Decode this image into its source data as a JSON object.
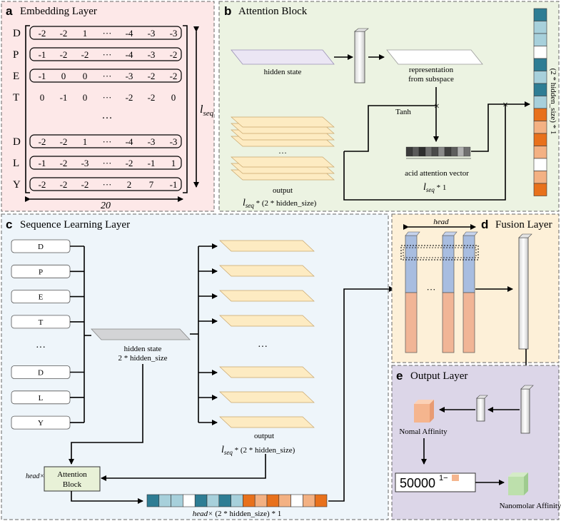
{
  "panels": {
    "a": {
      "letter": "a",
      "title": "Embedding Layer",
      "bg": "#fde8e8"
    },
    "b": {
      "letter": "b",
      "title": "Attention Block",
      "bg": "#ecf3e2"
    },
    "c": {
      "letter": "c",
      "title": "Sequence Learning Layer",
      "bg": "#eef5fa"
    },
    "d": {
      "letter": "d",
      "title": "Fusion Layer",
      "bg": "#fdf0d8"
    },
    "e": {
      "letter": "e",
      "title": "Output Layer",
      "bg": "#dcd6e8"
    }
  },
  "embedding": {
    "rows": [
      {
        "letter": "D",
        "values": [
          "-2",
          "-2",
          "1",
          "···",
          "-4",
          "-3",
          "-3"
        ]
      },
      {
        "letter": "P",
        "values": [
          "-1",
          "-2",
          "-2",
          "···",
          "-4",
          "-3",
          "-2"
        ]
      },
      {
        "letter": "E",
        "values": [
          "-1",
          "0",
          "0",
          "···",
          "-3",
          "-2",
          "-2"
        ]
      },
      {
        "letter": "T",
        "values": [
          "0",
          "-1",
          "0",
          "···",
          "-2",
          "-2",
          "0"
        ]
      },
      {
        "letter": "D",
        "values": [
          "-2",
          "-2",
          "1",
          "···",
          "-4",
          "-3",
          "-3"
        ]
      },
      {
        "letter": "L",
        "values": [
          "-1",
          "-2",
          "-3",
          "···",
          "-2",
          "-1",
          "1"
        ]
      },
      {
        "letter": "Y",
        "values": [
          "-2",
          "-2",
          "-2",
          "···",
          "2",
          "7",
          "-1"
        ]
      }
    ],
    "middle_dots": "···",
    "width_label": "20",
    "length_label_main": "l",
    "length_label_sub": "seq"
  },
  "attention": {
    "hidden_state": "hidden state",
    "representation_line1": "representation",
    "representation_line2": "from subspace",
    "tanh": "Tanh",
    "output_dots": "···",
    "output_label": "output",
    "output_dim_suffix": " * (2 * hidden_size)",
    "acid_vector_label": "acid attention vector",
    "acid_dim_suffix": " * 1",
    "right_vector_label": "(2 * hidden_size) * 1",
    "multiply": "×"
  },
  "sequence": {
    "inputs": [
      "D",
      "P",
      "E",
      "T",
      "···",
      "D",
      "L",
      "Y"
    ],
    "hidden_state_line1": "hidden state",
    "hidden_state_line2": "2 * hidden_size",
    "output_dots": "···",
    "output_label": "output",
    "output_dim_suffix": " * (2 * hidden_size)",
    "head_prefix": "head×",
    "attention_block_line1": "Attention",
    "attention_block_line2": "Block",
    "bottom_vector_suffix": " (2 * hidden_size) * 1",
    "bottom_vector_head": "head×"
  },
  "fusion": {
    "head_label": "head",
    "dots": "···"
  },
  "output": {
    "normal_affinity": "Nomal Affinity",
    "nanomolar_affinity": "Nanomolar Affinity",
    "formula_base": "50000",
    "formula_exp": "1−"
  },
  "colors": {
    "teal": "#2e7d94",
    "light_teal": "#a7d0db",
    "orange": "#e8711c",
    "light_orange": "#f3b183",
    "blue_bar": "#a8bde0",
    "salmon_bar": "#f1b596",
    "cream": "#fdebc2",
    "lavender": "#e6e0f2"
  }
}
